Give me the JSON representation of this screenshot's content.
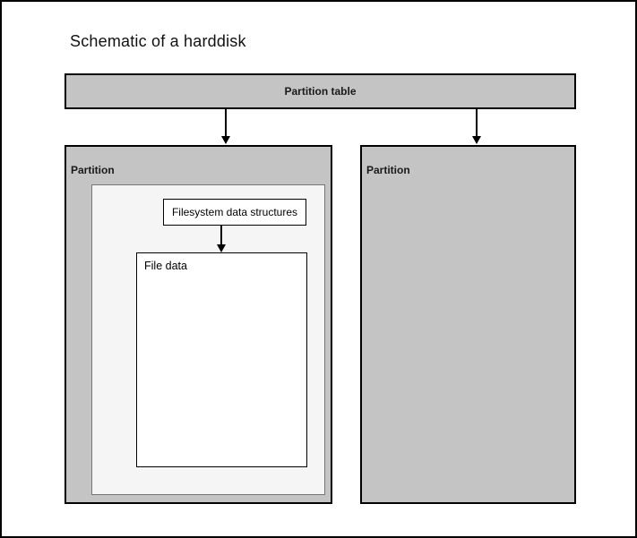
{
  "title": "Schematic of a harddisk",
  "diagram": {
    "partition_table": {
      "label": "Partition table"
    },
    "partitions": [
      {
        "label": "Partition"
      },
      {
        "label": "Partition"
      }
    ],
    "filesystem_box": {
      "label": "Filesystem data structures"
    },
    "file_data_box": {
      "label": "File data"
    }
  },
  "colors": {
    "partition_fill": "#c4c4c4",
    "filesystem_area_fill": "#f5f5f5",
    "box_border": "#000000",
    "filesystem_area_border": "#767676",
    "text": "#1a1a1a",
    "background": "#ffffff"
  }
}
